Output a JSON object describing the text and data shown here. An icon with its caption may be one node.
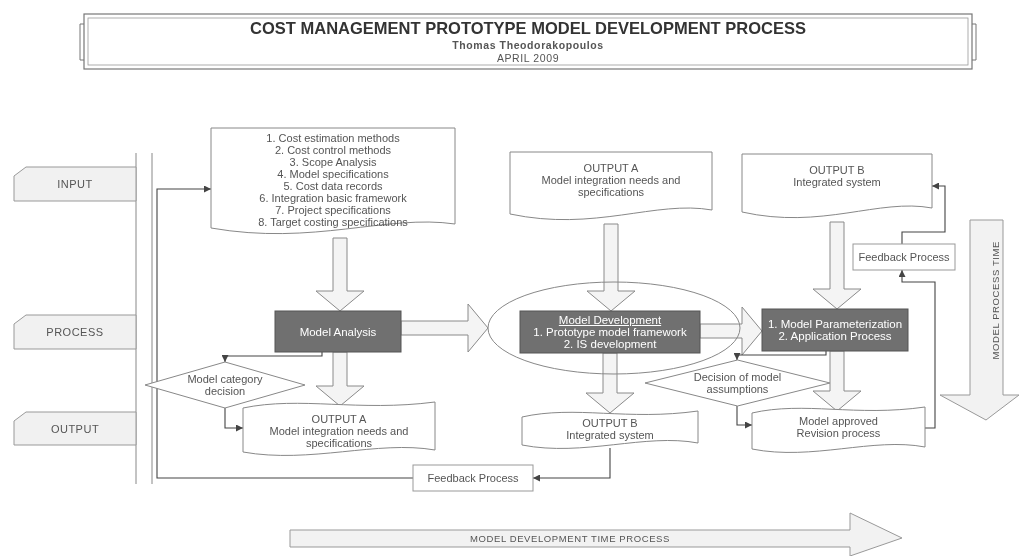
{
  "diagram": {
    "title": "COST MANAGEMENT PROTOTYPE MODEL DEVELOPMENT PROCESS",
    "nodes": [
      {
        "text": [
          "INPUT"
        ]
      },
      {
        "text": [
          "PROCESS"
        ]
      },
      {
        "text": [
          "OUTPUT"
        ]
      },
      {
        "text": [
          "1. Cost estimation methods",
          "2. Cost control methods",
          "3. Scope Analysis",
          "4. Model specifications",
          "5. Cost data records",
          "6. Integration basic framework",
          "7. Project specifications",
          "8. Target costing specifications"
        ]
      },
      {
        "text": [
          "OUTPUT A",
          "Model integration needs and specifications"
        ]
      },
      {
        "text": [
          "OUTPUT B",
          "Integrated system"
        ]
      },
      {
        "text": [
          "Feedback Process"
        ]
      },
      {
        "text": [
          "Model Analysis"
        ]
      },
      {
        "text": [],
        "shape": "ellipse"
      },
      {
        "text": [
          "Model Development",
          "1. Prototype model framework",
          "2. IS development"
        ],
        "in": 8
      },
      {
        "text": [
          "1. Model Parameterization",
          "2. Application Process"
        ]
      },
      {
        "text": [
          "Model category decision"
        ]
      },
      {
        "text": [
          "Decision of model assumptions"
        ]
      },
      {
        "text": [
          "OUTPUT A",
          "Model integration needs and specifications"
        ]
      },
      {
        "text": [
          "OUTPUT B",
          "Integrated system"
        ]
      },
      {
        "text": [
          "Model approved",
          "Revision process"
        ]
      },
      {
        "text": [
          "Feedback Process"
        ]
      }
    ],
    "edges": [
      {
        "from": 3,
        "to": 7,
        "arrow": "to",
        "style": "thick"
      },
      {
        "from": 4,
        "to": 9,
        "arrow": "to",
        "style": "thick"
      },
      {
        "from": 5,
        "to": 10,
        "arrow": "to",
        "style": "thick"
      },
      {
        "from": 7,
        "to": 8,
        "arrow": "to",
        "style": "thick"
      },
      {
        "from": 9,
        "to": 10,
        "arrow": "to",
        "style": "thick"
      },
      {
        "from": 7,
        "to": 13,
        "arrow": "to",
        "style": "thick"
      },
      {
        "from": 9,
        "to": 14,
        "arrow": "to",
        "style": "thick"
      },
      {
        "from": 10,
        "to": 15,
        "arrow": "to",
        "style": "thick"
      },
      {
        "from": 7,
        "to": 11,
        "arrow": "to"
      },
      {
        "from": 11,
        "to": 13,
        "arrow": "to"
      },
      {
        "from": 10,
        "to": 12,
        "arrow": "to"
      },
      {
        "from": 12,
        "to": 15,
        "arrow": "to"
      },
      {
        "from": 14,
        "to": 16,
        "arrow": "to"
      },
      {
        "from": 16,
        "to": 3,
        "arrow": "to"
      },
      {
        "from": 15,
        "to": 6,
        "arrow": "to"
      },
      {
        "from": 6,
        "to": 5,
        "arrow": "to"
      }
    ],
    "labels": [
      "Thomas Theodorakopoulos",
      "APRIL 2009",
      "MODEL PROCESS TIME",
      "MODEL DEVELOPMENT TIME PROCESS"
    ]
  }
}
